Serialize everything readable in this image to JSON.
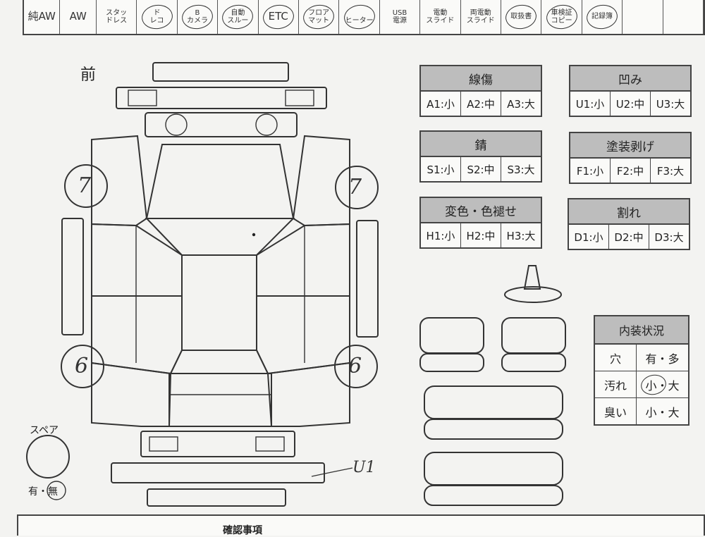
{
  "equipment": [
    {
      "label": "純AW",
      "circled": false
    },
    {
      "label": "AW",
      "circled": false
    },
    {
      "label": "スタッ\nドレス",
      "circled": false
    },
    {
      "label": "ド\nレコ",
      "circled": true
    },
    {
      "label": "B\nカメラ",
      "circled": true
    },
    {
      "label": "自動\nスルー",
      "circled": true
    },
    {
      "label": "ETC",
      "circled": true
    },
    {
      "label": "フロア\nマット",
      "circled": true
    },
    {
      "label": "\nヒーター",
      "circled": true
    },
    {
      "label": "USB\n電源",
      "circled": false
    },
    {
      "label": "電動\nスライド",
      "circled": false
    },
    {
      "label": "両電動\nスライド",
      "circled": false
    },
    {
      "label": "取扱書",
      "circled": true
    },
    {
      "label": "車検証\nコピー",
      "circled": true
    },
    {
      "label": "記録簿",
      "circled": true
    },
    {
      "label": "",
      "circled": false
    },
    {
      "label": "",
      "circled": false
    }
  ],
  "front_label": "前",
  "damage_legends": [
    {
      "title": "線傷",
      "cells": [
        "A1:小",
        "A2:中",
        "A3:大"
      ]
    },
    {
      "title": "凹み",
      "cells": [
        "U1:小",
        "U2:中",
        "U3:大"
      ]
    },
    {
      "title": "錆",
      "cells": [
        "S1:小",
        "S2:中",
        "S3:大"
      ]
    },
    {
      "title": "塗装剥げ",
      "cells": [
        "F1:小",
        "F2:中",
        "F3:大"
      ]
    },
    {
      "title": "変色・色褪せ",
      "cells": [
        "H1:小",
        "H2:中",
        "H3:大"
      ]
    },
    {
      "title": "割れ",
      "cells": [
        "D1:小",
        "D2:中",
        "D3:大"
      ]
    }
  ],
  "interior": {
    "title": "内装状況",
    "rows": [
      {
        "label": "穴",
        "value": "有・多"
      },
      {
        "label": "汚れ",
        "value": "小・大"
      },
      {
        "label": "臭い",
        "value": "小・大"
      }
    ]
  },
  "tires": {
    "front_left": "7",
    "front_right": "7",
    "rear_left": "6",
    "rear_right": "6"
  },
  "spare": {
    "label": "スペア",
    "options": "有・無"
  },
  "annotations": {
    "rear_bumper": "U1"
  },
  "bottom_text": "確認事項"
}
